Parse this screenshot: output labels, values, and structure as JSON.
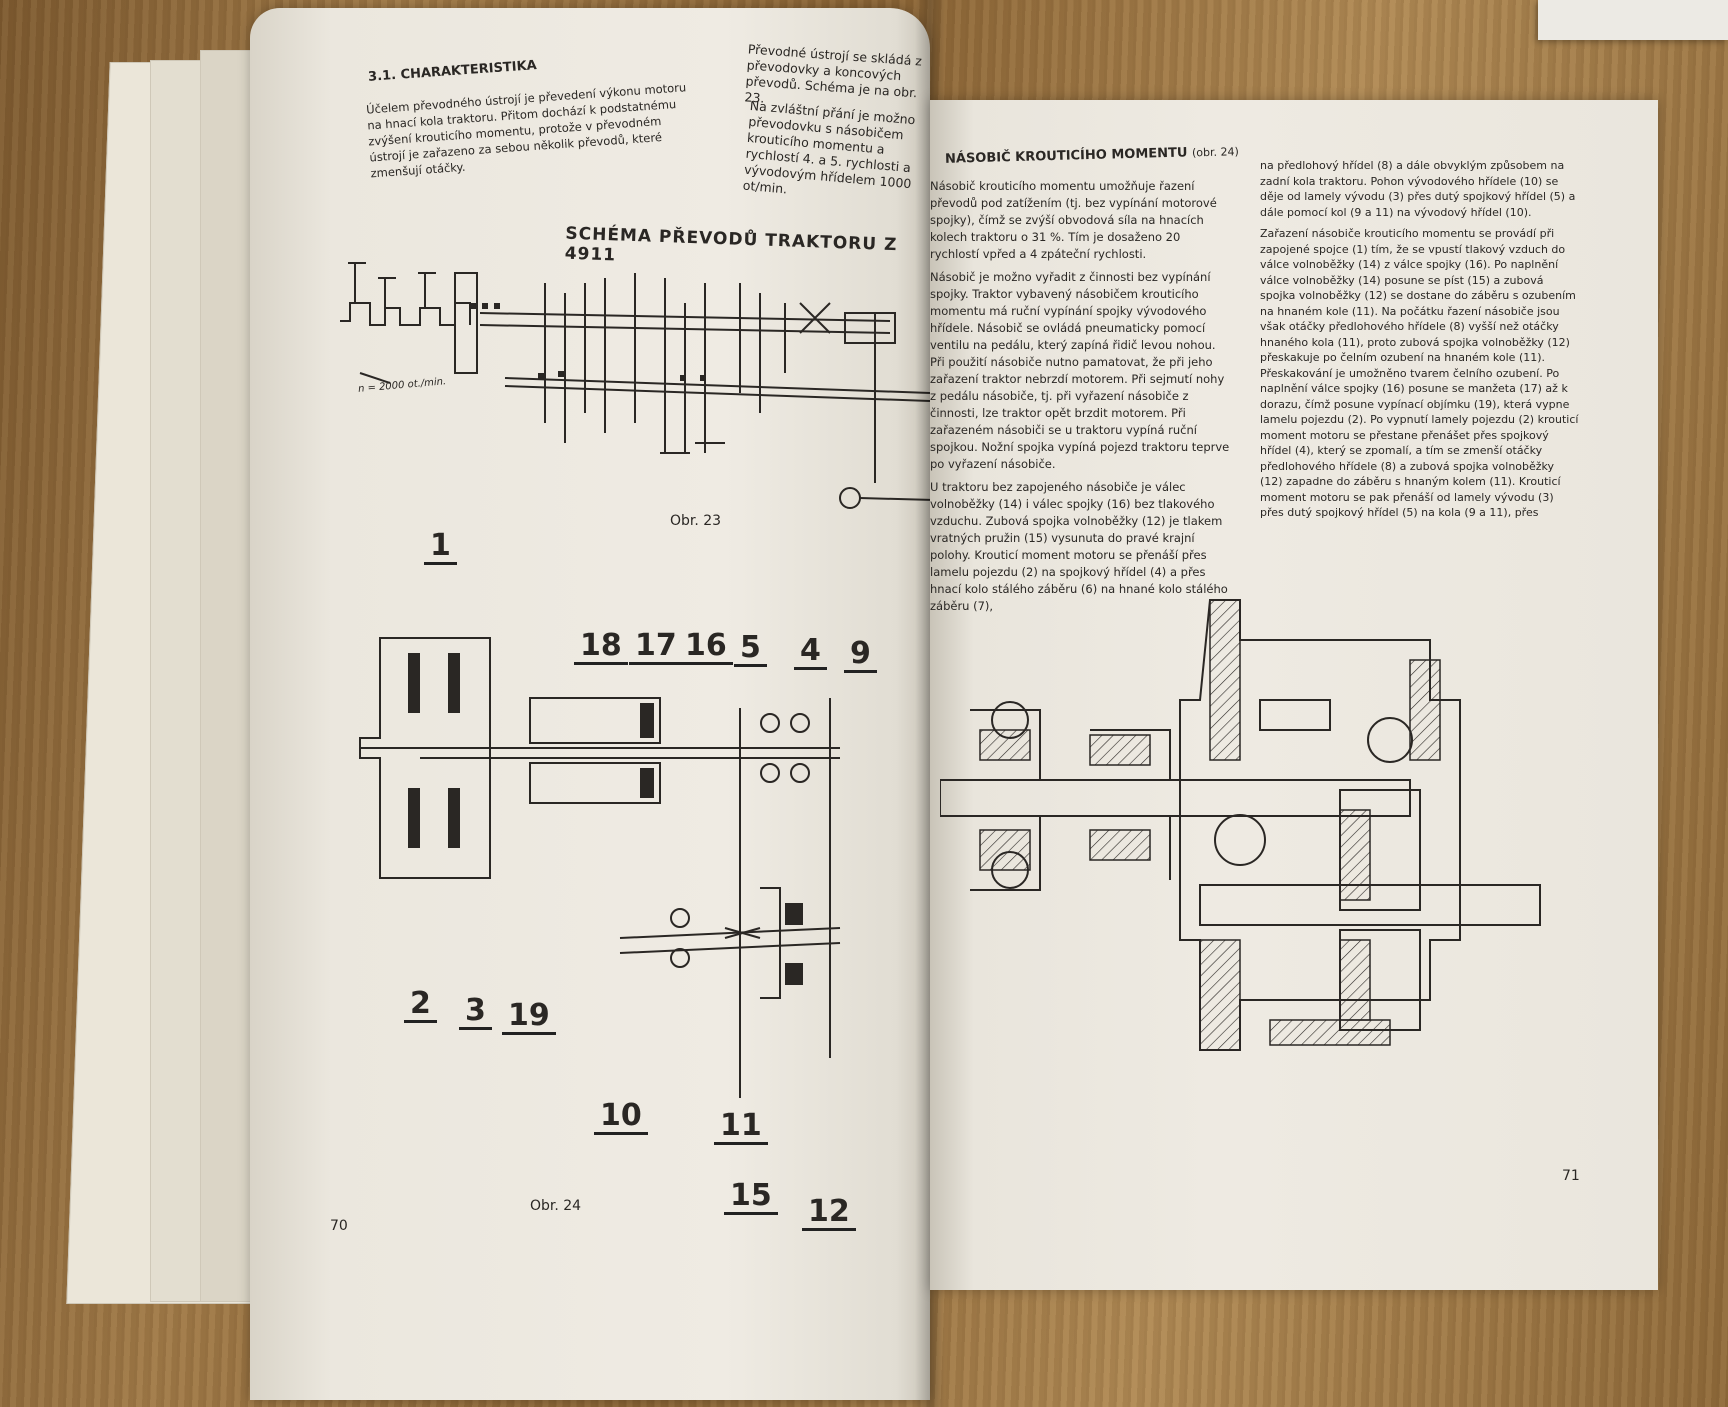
{
  "left_page": {
    "section_heading": "3.1. CHARAKTERISTIKA",
    "para1": "Účelem převodného ústrojí je převedení výkonu motoru na hnací kola traktoru. Přitom dochází k podstatnému zvýšení krouticího momentu, protože v převodném ústrojí je zařazeno za sebou několik převodů, které zmenšují otáčky.",
    "para2": "Převodné ústrojí se skládá z převodovky a koncových převodů. Schéma je na obr. 23.",
    "para3": "Na zvláštní přání je možno převodovku s násobičem krouticího momentu a rychlostí 4. a 5. rychlosti a vývodovým hřídelem 1000 ot/min.",
    "diagram_title": "SCHÉMA PŘEVODŮ TRAKTORU Z 4911",
    "speed_note": "n = 2000 ot./min.",
    "caption_23": "Obr. 23",
    "caption_24": "Obr. 24",
    "page_number": "70",
    "labels": [
      "1",
      "18",
      "17",
      "16",
      "5",
      "4",
      "9",
      "2",
      "3",
      "19",
      "10",
      "11",
      "15",
      "12"
    ]
  },
  "right_page": {
    "heading": "NÁSOBIČ KROUTICÍHO MOMENTU",
    "heading_ref": "(obr. 24)",
    "col1": [
      "Násobič krouticího momentu umožňuje řazení převodů pod zatížením (tj. bez vypínání motorové spojky), čímž se zvýší obvodová síla na hnacích kolech traktoru o 31 %. Tím je dosaženo 20 rychlostí vpřed a 4 zpáteční rychlosti.",
      "Násobič je možno vyřadit z činnosti bez vypínání spojky. Traktor vybavený násobičem krouticího momentu má ruční vypínání spojky vývodového hřídele. Násobič se ovládá pneumaticky pomocí ventilu na pedálu, který zapíná řidič levou nohou. Při použití násobiče nutno pamatovat, že při jeho zařazení traktor nebrzdí motorem. Při sejmutí nohy z pedálu násobiče, tj. při vyřazení násobiče z činnosti, lze traktor opět brzdit motorem. Při zařazeném násobiči se u traktoru vypíná ruční spojkou. Nožní spojka vypíná pojezd traktoru teprve po vyřazení násobiče.",
      "U traktoru bez zapojeného násobiče je válec volnoběžky (14) i válec spojky (16) bez tlakového vzduchu. Zubová spojka volnoběžky (12) je tlakem vratných pružin (15) vysunuta do pravé krajní polohy. Krouticí moment motoru se přenáší přes lamelu pojezdu (2) na spojkový hřídel (4) a přes hnací kolo stálého záběru (6) na hnané kolo stálého záběru (7),"
    ],
    "col2": [
      "na předlohový hřídel (8) a dále obvyklým způsobem na zadní kola traktoru. Pohon vývodového hřídele (10) se děje od lamely vývodu (3) přes dutý spojkový hřídel (5) a dále pomocí kol (9 a 11) na vývodový hřídel (10).",
      "Zařazení násobiče krouticího momentu se provádí při zapojené spojce (1) tím, že se vpustí tlakový vzduch do válce volnoběžky (14) z válce spojky (16). Po naplnění válce volnoběžky (14) posune se píst (15) a zubová spojka volnoběžky (12) se dostane do záběru s ozubením na hnaném kole (11). Na počátku řazení násobiče jsou však otáčky předlohového hřídele (8) vyšší než otáčky hnaného kola (11), proto zubová spojka volnoběžky (12) přeskakuje po čelním ozubení na hnaném kole (11). Přeskakování je umožněno tvarem čelního ozubení. Po naplnění válce spojky (16) posune se manžeta (17) až k dorazu, čímž posune vypínací objímku (19), která vypne lamelu pojezdu (2). Po vypnutí lamely pojezdu (2) krouticí moment motoru se přestane přenášet přes spojkový hřídel (4), který se zpomalí, a tím se zmenší otáčky předlohového hřídele (8) a zubová spojka volnoběžky (12) zapadne do záběru s hnaným kolem (11). Krouticí moment motoru se pak přenáší od lamely vývodu (3) přes dutý spojkový hřídel (5) na kola (9 a 11), přes"
    ],
    "page_number": "71"
  }
}
